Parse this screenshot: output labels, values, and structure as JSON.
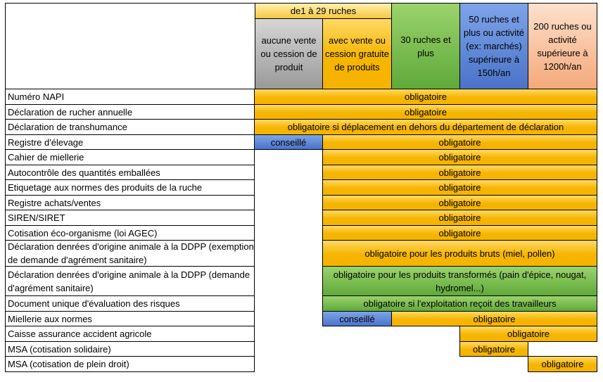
{
  "header": {
    "group_label": "de1 à 29 ruches",
    "col_no_sale": "aucune vente ou cession de produit",
    "col_sale": "avec vente ou cession gratuite de produits",
    "col_30": "30 ruches et plus",
    "col_50": "50 ruches et plus ou activité (ex: marchés) supérieure à 150h/an",
    "col_200": "200 ruches ou activité supérieure à 1200h/an"
  },
  "rows": [
    {
      "label": "Numéro NAPI",
      "values": [
        "obligatoire"
      ]
    },
    {
      "label": "Déclaration de rucher annuelle",
      "values": [
        "obligatoire"
      ]
    },
    {
      "label": "Déclaration de transhumance",
      "values": [
        "obligatoire si déplacement en dehors du département de déclaration"
      ]
    },
    {
      "label": "Registre d'élevage",
      "values": [
        "conseillé",
        "obligatoire"
      ]
    },
    {
      "label": "Cahier de miellerie",
      "values": [
        "obligatoire"
      ]
    },
    {
      "label": "Autocontrôle des quantités emballées",
      "values": [
        "obligatoire"
      ]
    },
    {
      "label": "Etiquetage aux normes des produits de la ruche",
      "values": [
        "obligatoire"
      ]
    },
    {
      "label": "Registre achats/ventes",
      "values": [
        "obligatoire"
      ]
    },
    {
      "label": "SIREN/SIRET",
      "values": [
        "obligatoire"
      ]
    },
    {
      "label": "Cotisation éco-organisme (loi AGEC)",
      "values": [
        "obligatoire"
      ]
    },
    {
      "label": "Déclaration denrées d'origine animale à la DDPP (exemption de demande d'agrément sanitaire)",
      "values": [
        "obligatoire pour les produits bruts (miel, pollen)"
      ]
    },
    {
      "label": "Déclaration denrées d'origine animale à la DDPP (demande d'agrément sanitaire)",
      "values": [
        "obligatoire pour les produits transformés (pain d'épice, nougat, hydromel...)"
      ]
    },
    {
      "label": "Document unique d'évaluation des risques",
      "values": [
        "obligatoire si l'exploitation reçoit des travailleurs"
      ]
    },
    {
      "label": "Miellerie aux normes",
      "values": [
        "conseillé",
        "obligatoire"
      ]
    },
    {
      "label": "Caisse assurance accident agricole",
      "values": [
        "obligatoire"
      ]
    },
    {
      "label": "MSA (cotisation solidaire)",
      "values": [
        "obligatoire"
      ]
    },
    {
      "label": "MSA (cotisation de plein droit)",
      "values": [
        "obligatoire"
      ]
    }
  ]
}
